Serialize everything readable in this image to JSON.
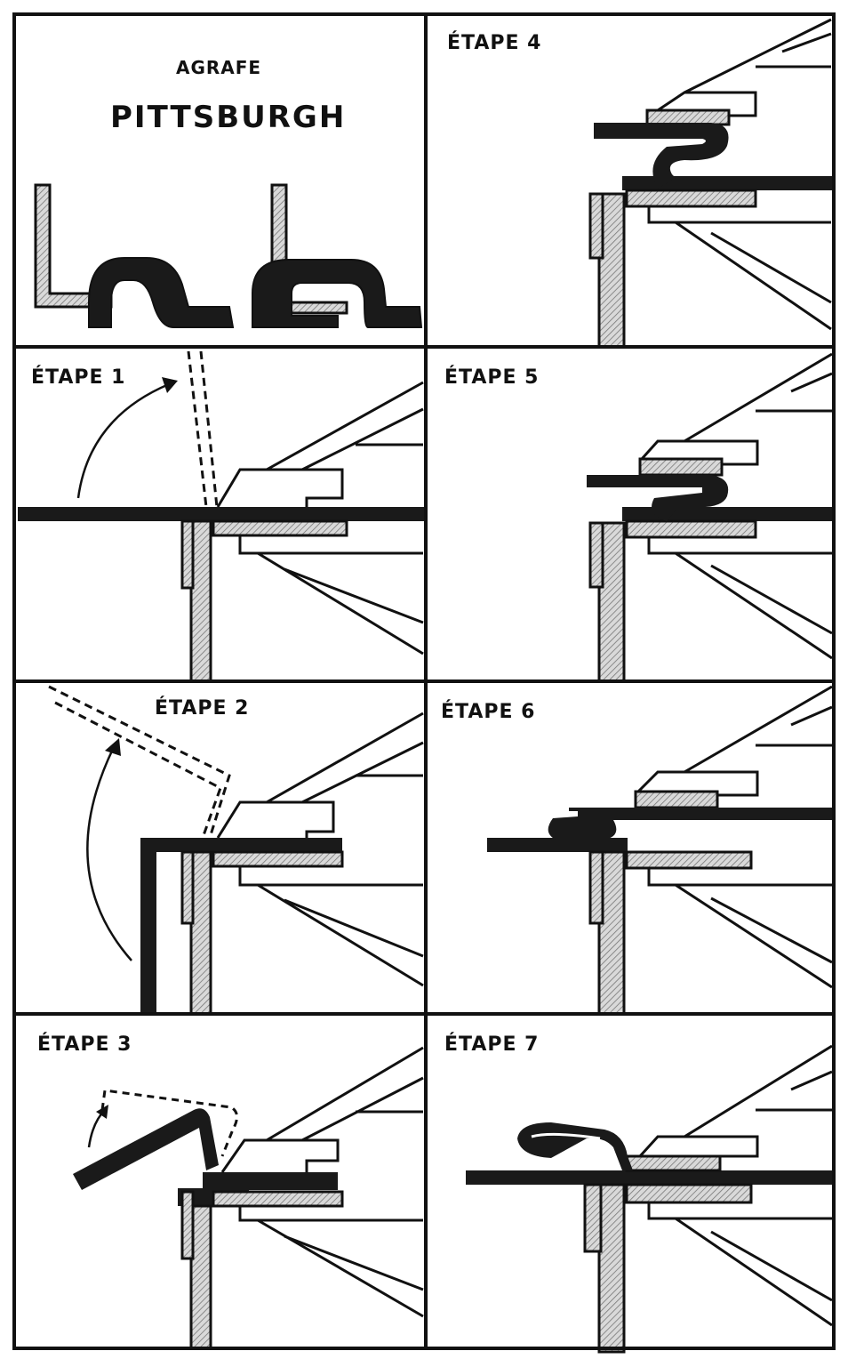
{
  "header": {
    "subtitle": "AGRAFE",
    "title": "PITTSBURGH"
  },
  "steps": [
    {
      "label": "ÉTAPE 1"
    },
    {
      "label": "ÉTAPE 2"
    },
    {
      "label": "ÉTAPE 3"
    },
    {
      "label": "ÉTAPE 4"
    },
    {
      "label": "ÉTAPE 5"
    },
    {
      "label": "ÉTAPE 6"
    },
    {
      "label": "ÉTAPE 7"
    }
  ],
  "colors": {
    "ink": "#111111",
    "hatch": "#9a9a9a",
    "paper": "#ffffff"
  }
}
